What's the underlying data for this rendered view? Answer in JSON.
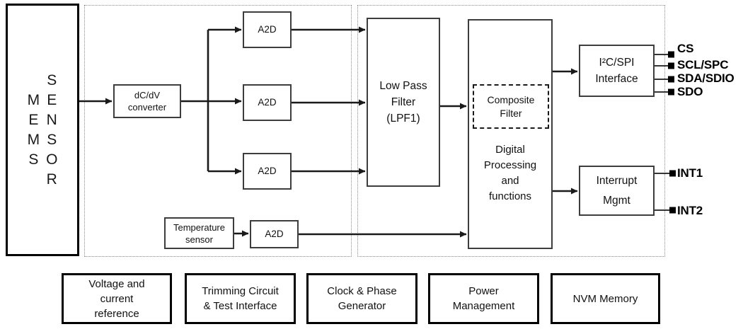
{
  "diagram": {
    "mems": {
      "col_left": "M\nE\nM\nS",
      "col_right": "S\nE\nN\nS\nO\nR"
    },
    "blocks": {
      "dcdv": "dC/dV\nconverter",
      "a2d": "A2D",
      "temp": "Temperature\nsensor",
      "lpf": "Low Pass\nFilter\n(LPF1)",
      "composite": "Composite\nFilter",
      "digital": "Digital\nProcessing\nand\nfunctions",
      "i2c": "I²C/SPI\nInterface",
      "interrupt": "Interrupt\nMgmt"
    },
    "bottom_blocks": [
      "Voltage and\ncurrent\nreference",
      "Trimming Circuit\n& Test Interface",
      "Clock & Phase\nGenerator",
      "Power\nManagement",
      "NVM Memory"
    ],
    "pins": {
      "spi": [
        "CS",
        "SCL/SPC",
        "SDA/SDIO",
        "SDO"
      ],
      "interrupt": [
        "INT1",
        "INT2"
      ]
    },
    "colors": {
      "line": "#1a1a1a",
      "box_border": "#3d3d3d",
      "thick_border": "#000000",
      "dashed_border": "#8a8a8a"
    }
  }
}
